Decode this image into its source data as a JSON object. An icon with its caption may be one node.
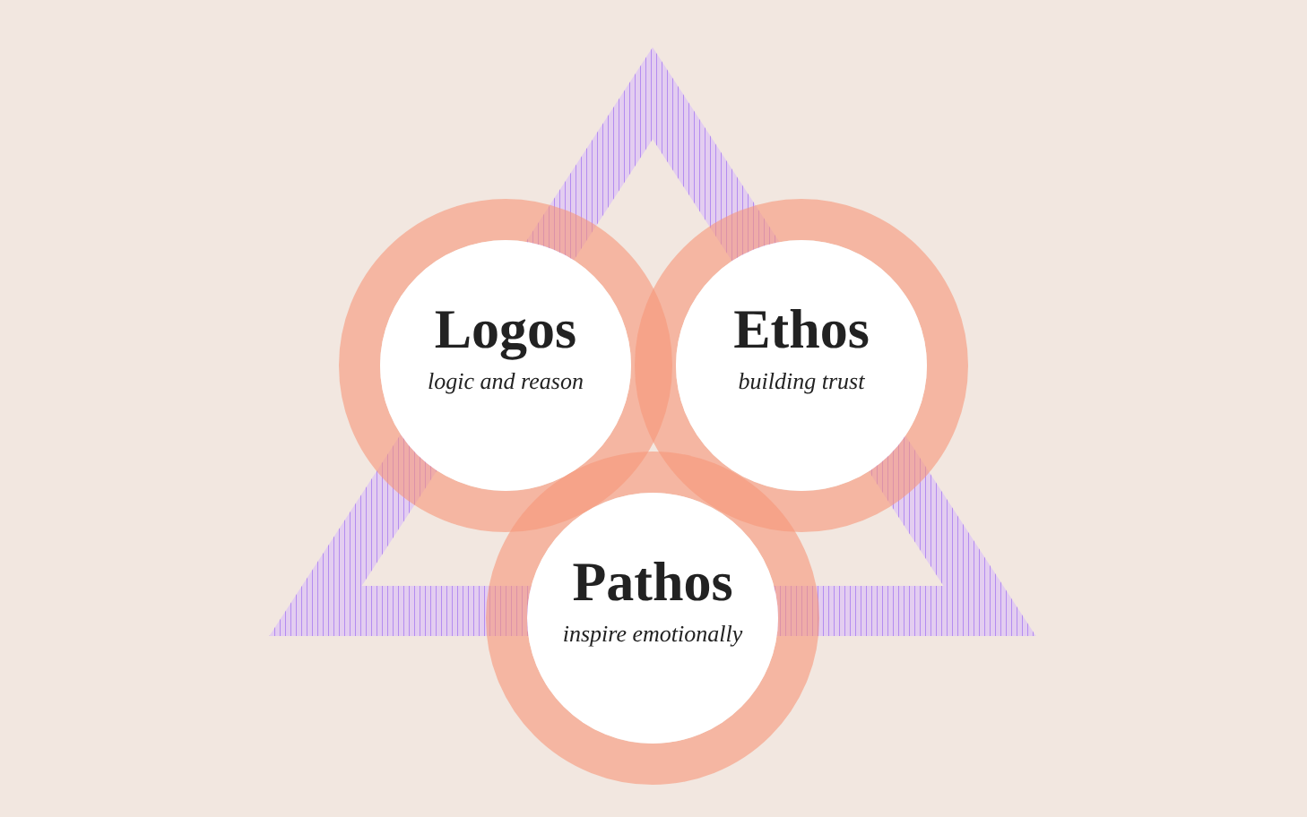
{
  "diagram": {
    "nodes": [
      {
        "text": [
          "Logos",
          "logic and reason"
        ]
      },
      {
        "text": [
          "Ethos",
          "building trust"
        ]
      },
      {
        "text": [
          "Pathos",
          "inspire emotionally"
        ]
      }
    ]
  }
}
